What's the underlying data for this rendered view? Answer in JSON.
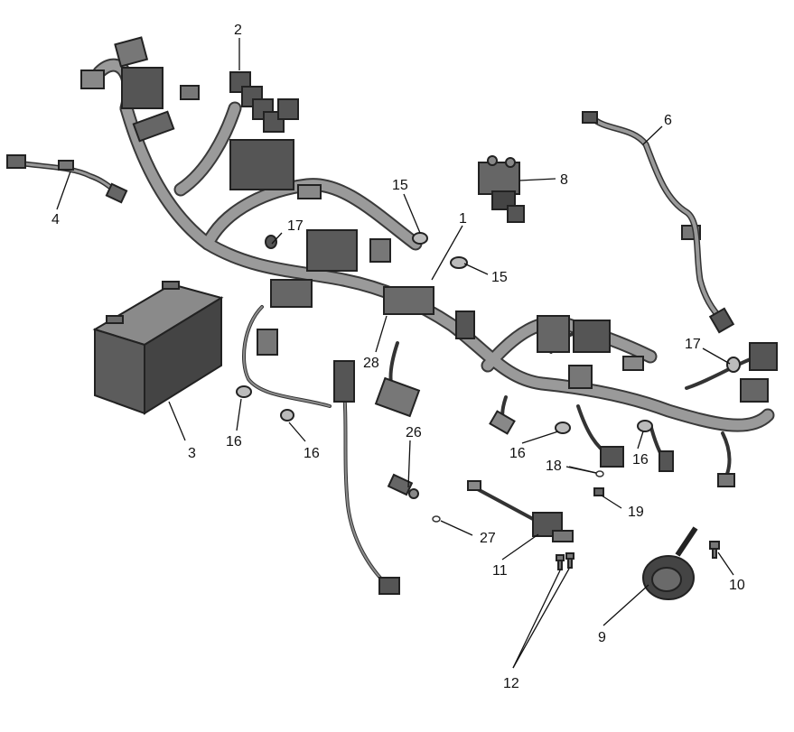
{
  "diagram": {
    "kind": "exploded parts diagram",
    "subject": "electrical wiring harness",
    "callouts": {
      "harness": "1",
      "relays": "2",
      "battery": "3",
      "harness_left": "4",
      "cable_right": "6",
      "solenoid": "8",
      "horn": "9",
      "horn_bolt": "10",
      "sensor": "11",
      "screws": "12",
      "clip_top": "15",
      "clip_mid": "15",
      "clamp_a": "16",
      "clamp_b": "16",
      "clamp_c": "16",
      "clamp_d": "16",
      "clamp_top": "17",
      "clamp_right": "17",
      "ring_terminal": "18",
      "nut": "19",
      "sensor_plug": "26",
      "oring": "27",
      "connector_28": "28"
    }
  }
}
